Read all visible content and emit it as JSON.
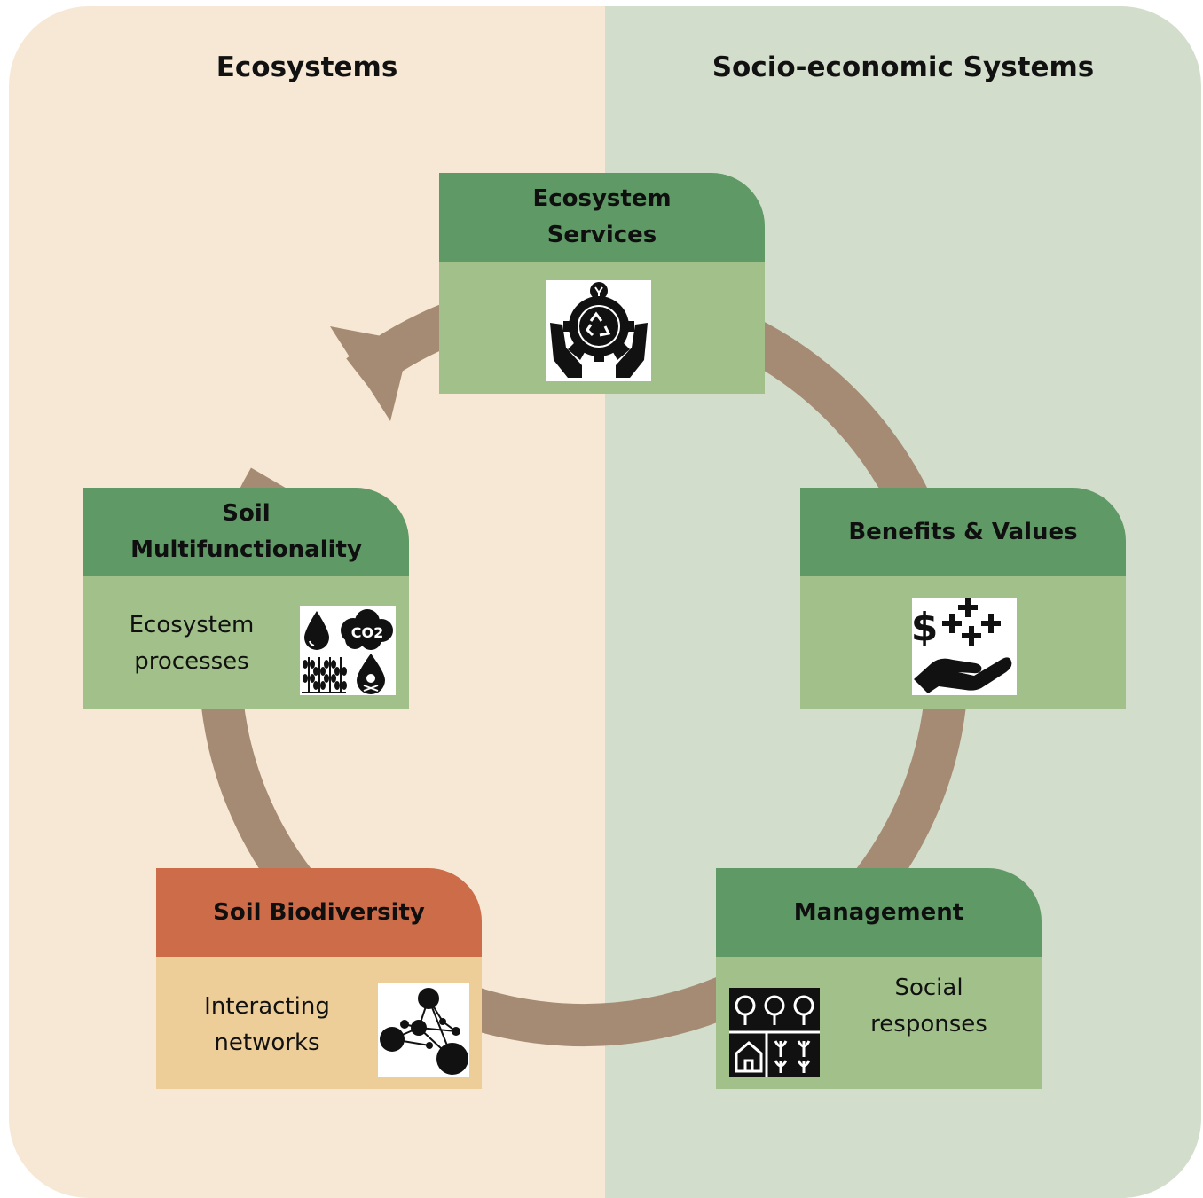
{
  "sections": {
    "left_title": "Ecosystems",
    "right_title": "Socio-economic Systems"
  },
  "nodes": {
    "ecosystem_services": {
      "title_line1": "Ecosystem",
      "title_line2": "Services",
      "icon": "hands-holding-recycle-gear-icon"
    },
    "benefits_values": {
      "title": "Benefits & Values",
      "icon": "hand-money-plus-icon"
    },
    "management": {
      "title": "Management",
      "body_line1": "Social",
      "body_line2": "responses",
      "icon": "trees-house-crops-icon"
    },
    "soil_biodiversity": {
      "title": "Soil Biodiversity",
      "body_line1": "Interacting",
      "body_line2": "networks",
      "icon": "network-nodes-icon"
    },
    "soil_multifunctionality": {
      "title_line1": "Soil",
      "title_line2": "Multifunctionality",
      "body_line1": "Ecosystem",
      "body_line2": "processes",
      "icon": "water-co2-crops-pollution-icon",
      "icon_text": "CO2"
    }
  },
  "colors": {
    "ecosystems_bg": "#f6e8d5",
    "socio_bg": "#d3ddcb",
    "green_header": "#5f9966",
    "green_body": "#a2c18a",
    "orange_header": "#cc6c48",
    "orange_body": "#edcd98",
    "cycle_arrow": "#a58b73"
  }
}
